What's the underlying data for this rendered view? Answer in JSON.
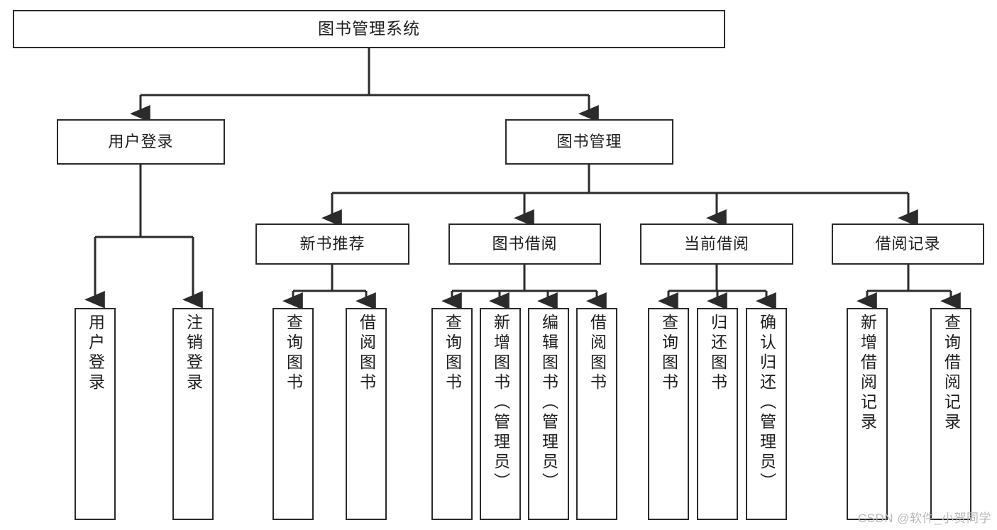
{
  "diagram": {
    "type": "tree",
    "title": "图书管理系统",
    "root": {
      "label": "图书管理系统"
    },
    "level2": [
      {
        "label": "用户登录"
      },
      {
        "label": "图书管理"
      }
    ],
    "level3": [
      {
        "label": "新书推荐"
      },
      {
        "label": "图书借阅"
      },
      {
        "label": "当前借阅"
      },
      {
        "label": "借阅记录"
      }
    ],
    "leaves": {
      "user_login": [
        {
          "label": "用户登录"
        },
        {
          "label": "注销登录"
        }
      ],
      "new_book_recommend": [
        {
          "label": "查询图书"
        },
        {
          "label": "借阅图书"
        }
      ],
      "book_borrow": [
        {
          "label": "查询图书"
        },
        {
          "label": "新增图书（管理员）"
        },
        {
          "label": "编辑图书（管理员）"
        },
        {
          "label": "借阅图书"
        }
      ],
      "current_borrow": [
        {
          "label": "查询图书"
        },
        {
          "label": "归还图书"
        },
        {
          "label": "确认归还（管理员）"
        }
      ],
      "borrow_record": [
        {
          "label": "新增借阅记录"
        },
        {
          "label": "查询借阅记录"
        }
      ]
    }
  },
  "watermark": {
    "text": "CSDN @软件_小贺同学"
  },
  "colors": {
    "border": "#2b2b2b",
    "background": "#ffffff",
    "text": "#1d1d1d",
    "watermark": "#b9b9b9"
  }
}
